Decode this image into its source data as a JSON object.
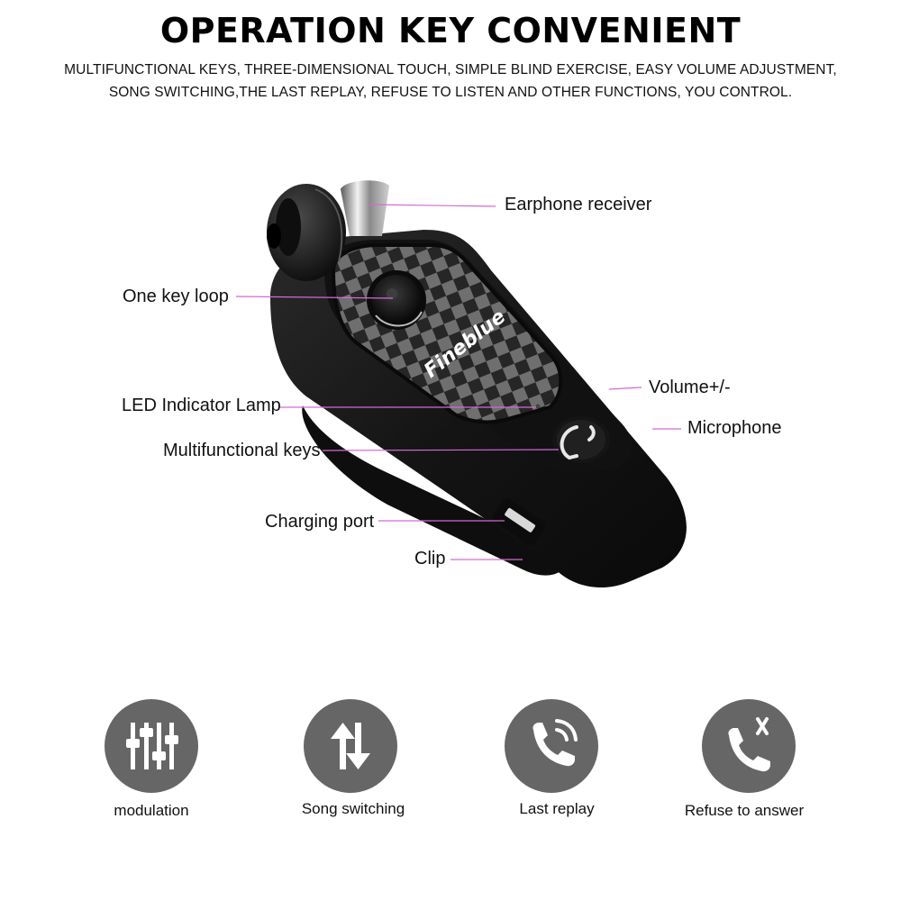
{
  "header": {
    "title": "OPERATION KEY CONVENIENT",
    "subtitle_line1": "MULTIFUNCTIONAL KEYS, THREE-DIMENSIONAL TOUCH, SIMPLE BLIND EXERCISE, EASY VOLUME ADJUSTMENT,",
    "subtitle_line2": "SONG SWITCHING,THE LAST REPLAY, REFUSE TO LISTEN AND OTHER FUNCTIONS, YOU CONTROL."
  },
  "product": {
    "brand": "Fineblue",
    "callouts": {
      "earphone_receiver": "Earphone receiver",
      "one_key_loop": "One key loop",
      "volume": "Volume+/-",
      "led_lamp": "LED Indicator Lamp",
      "microphone": "Microphone",
      "multifunctional_keys": "Multifunctional keys",
      "charging_port": "Charging port",
      "clip": "Clip"
    },
    "leader_color": "#d46ad4",
    "body_color": "#1b1b1b",
    "checker_dark": "#262626",
    "checker_light": "#6f6f6f"
  },
  "features": [
    {
      "label": "modulation",
      "icon": "equalizer-icon"
    },
    {
      "label": "Song switching",
      "icon": "switch-arrows-icon"
    },
    {
      "label": "Last replay",
      "icon": "phone-ringing-icon"
    },
    {
      "label": "Refuse to answer",
      "icon": "phone-reject-icon"
    }
  ],
  "colors": {
    "icon_circle": "#666666",
    "icon_glyph": "#ffffff"
  }
}
